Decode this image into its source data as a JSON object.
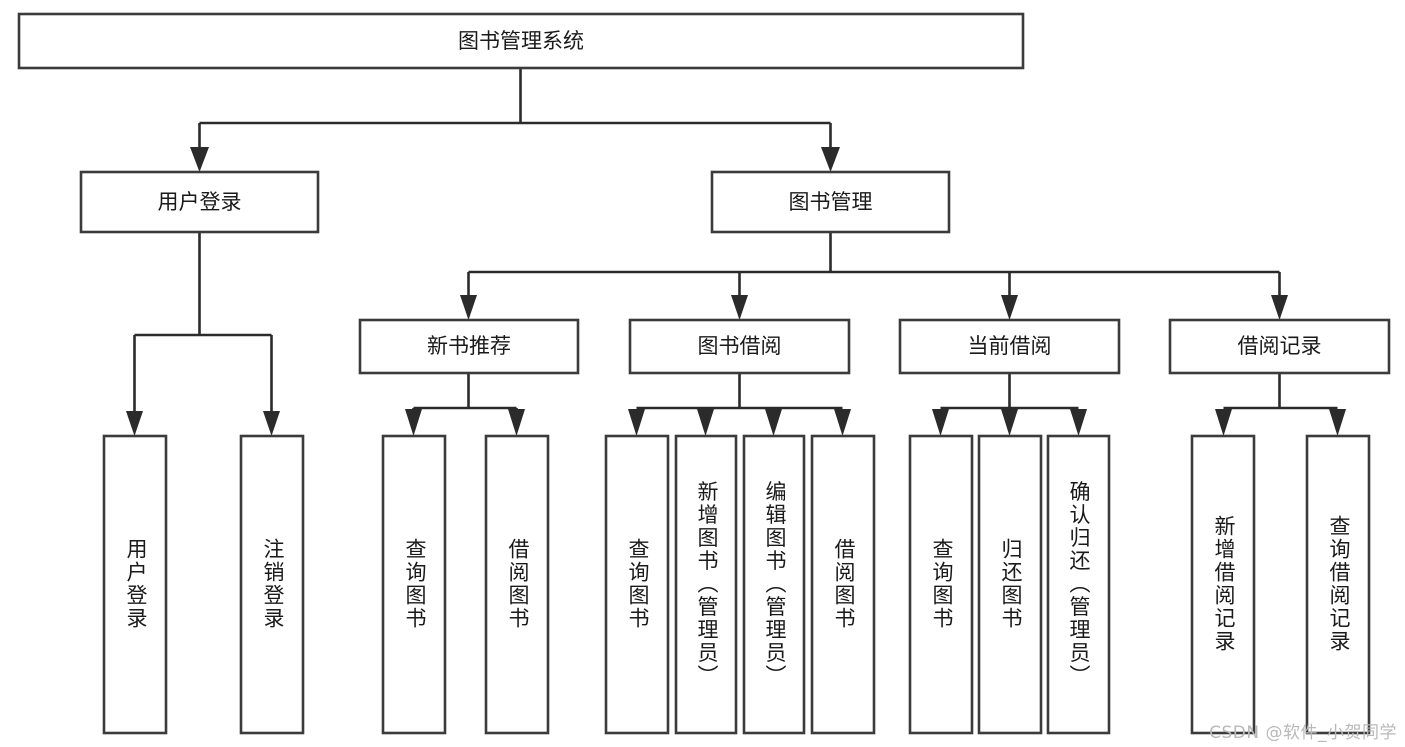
{
  "diagram": {
    "title": "图书管理系统",
    "watermark": "CSDN @软件_小贺同学",
    "background_color": "#ffffff",
    "box_stroke_color": "#3b3b3b",
    "box_fill_color": "#ffffff",
    "connector_color": "#2b2b2b",
    "text_color": "#1a1a1a",
    "watermark_color": "#b9b9b9"
  },
  "nodes": {
    "root": {
      "label": "图书管理系统",
      "orientation": "horizontal"
    },
    "level1": [
      {
        "label": "用户登录",
        "orientation": "horizontal"
      },
      {
        "label": "图书管理",
        "orientation": "horizontal"
      }
    ],
    "level2": [
      {
        "label": "新书推荐",
        "orientation": "horizontal"
      },
      {
        "label": "图书借阅",
        "orientation": "horizontal"
      },
      {
        "label": "当前借阅",
        "orientation": "horizontal"
      },
      {
        "label": "借阅记录",
        "orientation": "horizontal"
      }
    ],
    "leaves": [
      {
        "label": "用户登录",
        "orientation": "vertical",
        "parent": "用户登录"
      },
      {
        "label": "注销登录",
        "orientation": "vertical",
        "parent": "用户登录"
      },
      {
        "label": "查询图书",
        "orientation": "vertical",
        "parent": "新书推荐"
      },
      {
        "label": "借阅图书",
        "orientation": "vertical",
        "parent": "新书推荐"
      },
      {
        "label": "查询图书",
        "orientation": "vertical",
        "parent": "图书借阅"
      },
      {
        "label": "新增图书（管理员）",
        "orientation": "vertical",
        "parent": "图书借阅"
      },
      {
        "label": "编辑图书（管理员）",
        "orientation": "vertical",
        "parent": "图书借阅"
      },
      {
        "label": "借阅图书",
        "orientation": "vertical",
        "parent": "图书借阅"
      },
      {
        "label": "查询图书",
        "orientation": "vertical",
        "parent": "当前借阅"
      },
      {
        "label": "归还图书",
        "orientation": "vertical",
        "parent": "当前借阅"
      },
      {
        "label": "确认归还（管理员）",
        "orientation": "vertical",
        "parent": "当前借阅"
      },
      {
        "label": "新增借阅记录",
        "orientation": "vertical",
        "parent": "借阅记录"
      },
      {
        "label": "查询借阅记录",
        "orientation": "vertical",
        "parent": "借阅记录"
      }
    ]
  }
}
